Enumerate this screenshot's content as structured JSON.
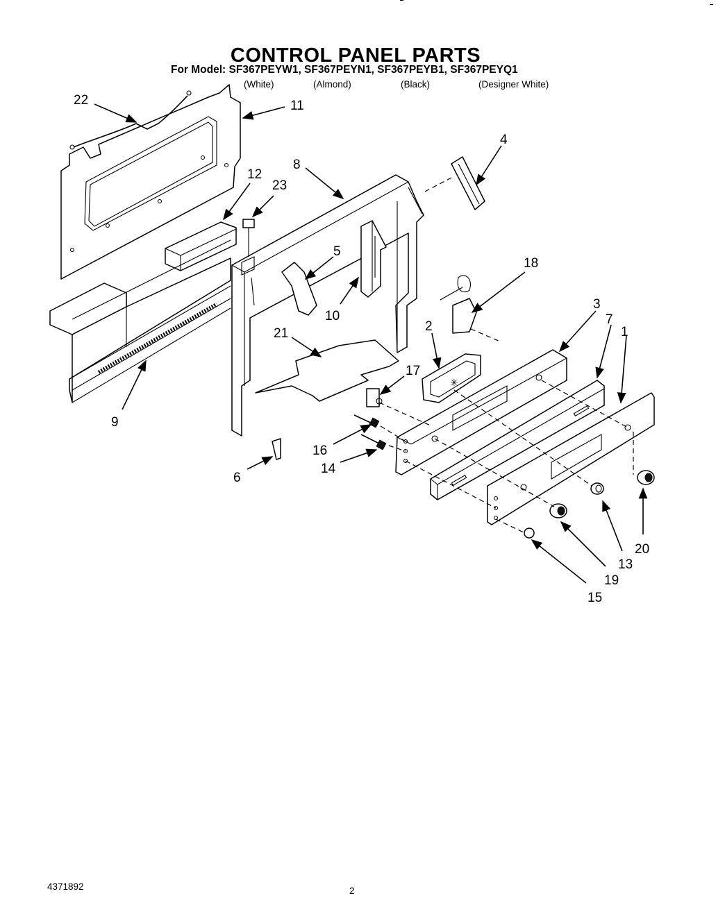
{
  "header": {
    "title": "CONTROL PANEL PARTS",
    "model_line": "For Model: SF367PEYW1, SF367PEYN1, SF367PEYB1, SF367PEYQ1",
    "colors": [
      "(White)",
      "(Almond)",
      "(Black)",
      "(Designer White)"
    ]
  },
  "callouts": [
    "22",
    "11",
    "12",
    "23",
    "8",
    "4",
    "5",
    "10",
    "18",
    "3",
    "7",
    "1",
    "21",
    "2",
    "17",
    "16",
    "14",
    "6",
    "9",
    "13",
    "20",
    "19",
    "15"
  ],
  "footer": {
    "doc_number": "4371892",
    "page_number": "2"
  }
}
